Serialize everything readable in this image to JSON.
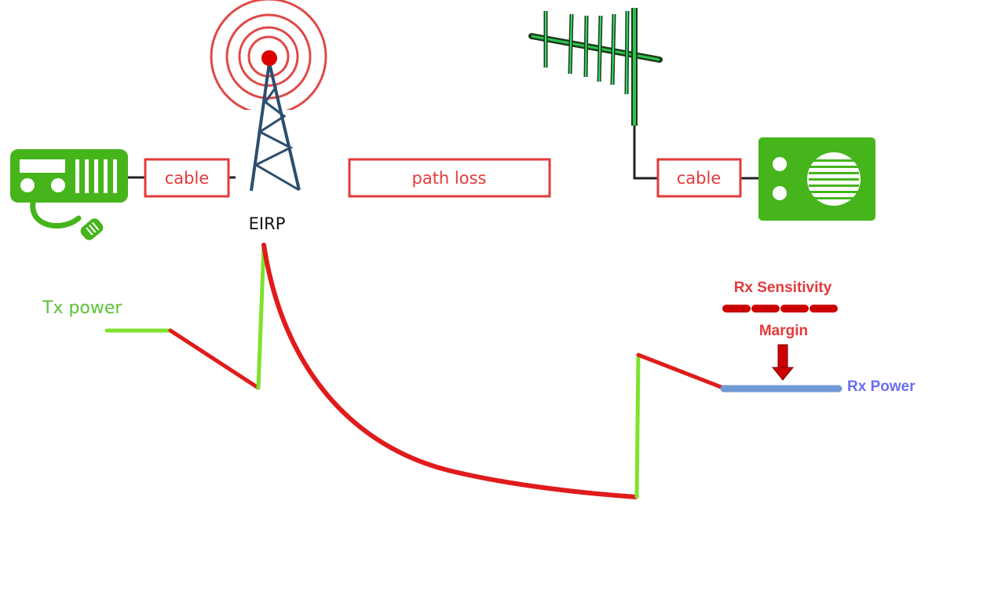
{
  "colors": {
    "device_green": "#45b51b",
    "label_red": "#e33a3a",
    "loss_line_red": "#e01b1b",
    "gain_line_green": "#7de22a",
    "rx_power_blue": "#6f9ad4",
    "rx_label_blue": "#6b6ef0",
    "tower_blue": "#2a4f6e",
    "wave_red": "#e04848",
    "sensitivity_red": "#cc0000"
  },
  "icons": {
    "transmitter": "radio-transmitter-icon",
    "tower": "radio-tower-icon",
    "yagi": "yagi-antenna-icon",
    "receiver": "radio-receiver-icon",
    "arrow": "arrow-down-icon"
  },
  "labels": {
    "tx_cable": "cable",
    "eirp": "EIRP",
    "path_loss": "path loss",
    "rx_cable": "cable",
    "tx_power": "Tx power",
    "rx_sensitivity": "Rx Sensitivity",
    "margin": "Margin",
    "rx_power": "Rx Power"
  }
}
